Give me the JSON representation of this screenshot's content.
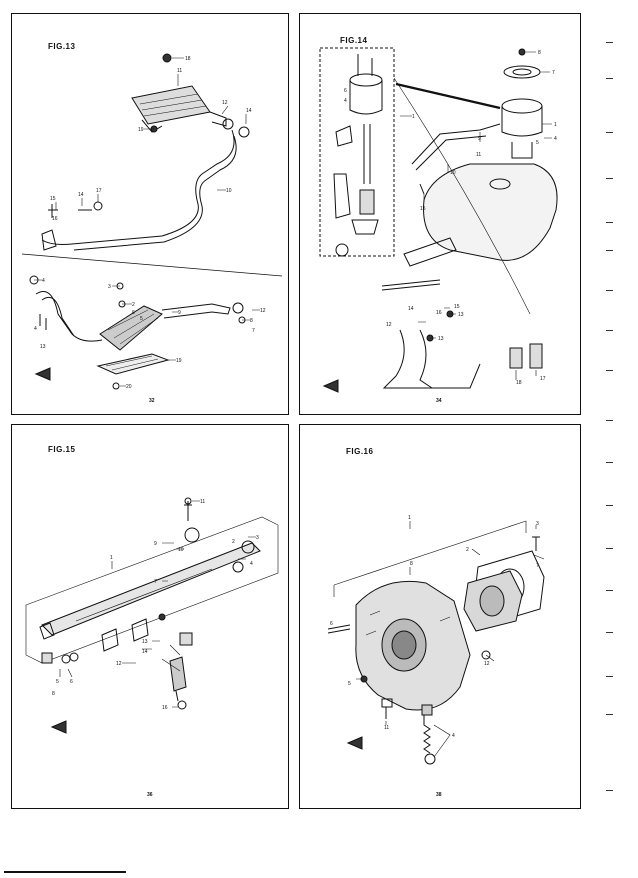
{
  "panels": {
    "fig13": {
      "label": "FIG.13",
      "page": "32",
      "callouts": [
        "18",
        "11",
        "12",
        "10",
        "19",
        "9",
        "14",
        "17",
        "15",
        "16",
        "4",
        "3",
        "2",
        "6",
        "5",
        "8",
        "4",
        "7",
        "12",
        "13",
        "19",
        "20"
      ]
    },
    "fig14": {
      "label": "FIG.14",
      "page": "34",
      "callouts": [
        "8",
        "7",
        "6",
        "4",
        "1",
        "1",
        "4",
        "5",
        "9",
        "10",
        "11",
        "15",
        "13",
        "14",
        "16",
        "17",
        "12",
        "18",
        "13",
        "15"
      ]
    },
    "fig15": {
      "label": "FIG.15",
      "page": "36",
      "callouts": [
        "11",
        "9",
        "10",
        "2",
        "3",
        "4",
        "1",
        "7",
        "5",
        "6",
        "8",
        "13",
        "14",
        "12",
        "16"
      ]
    },
    "fig16": {
      "label": "FIG.16",
      "page": "38",
      "callouts": [
        "1",
        "3",
        "2",
        "7",
        "12",
        "4",
        "11",
        "5",
        "6",
        "8"
      ]
    }
  }
}
